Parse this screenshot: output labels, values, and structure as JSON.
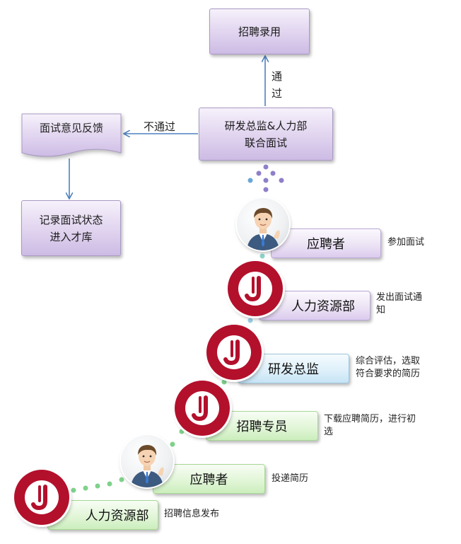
{
  "flow": {
    "hire_box": "招聘录用",
    "joint_interview_line1": "研发总监&人力部",
    "joint_interview_line2": "联合面试",
    "feedback_box": "面试意见反馈",
    "record_line1": "记录面试状态",
    "record_line2": "进入才库",
    "pass_char1": "通",
    "pass_char2": "过",
    "fail_label": "不通过"
  },
  "steps": [
    {
      "label": "应聘者",
      "note": "参加面试",
      "icon": "person-avatar-icon"
    },
    {
      "label": "人力资源部",
      "note_line1": "发出面试通",
      "note_line2": "知",
      "icon": "j-logo-icon"
    },
    {
      "label": "研发总监",
      "note_line1": "综合评估，选取",
      "note_line2": "符合要求的简历",
      "icon": "j-logo-icon"
    },
    {
      "label": "招聘专员",
      "note_line1": "下载应聘简历，进行初",
      "note_line2": "选",
      "icon": "j-logo-icon"
    },
    {
      "label": "应聘者",
      "note": "投递简历",
      "icon": "person-avatar-icon"
    },
    {
      "label": "人力资源部",
      "note": "招聘信息发布",
      "icon": "j-logo-icon"
    }
  ],
  "colors": {
    "box_purple": "#d9cbe9",
    "arrow_blue": "#4f81bd",
    "logo_red": "#b3102c",
    "dot_green": "#7fd18a",
    "dot_purple": "#8f7fc9",
    "dot_blue": "#6aa8d8"
  }
}
